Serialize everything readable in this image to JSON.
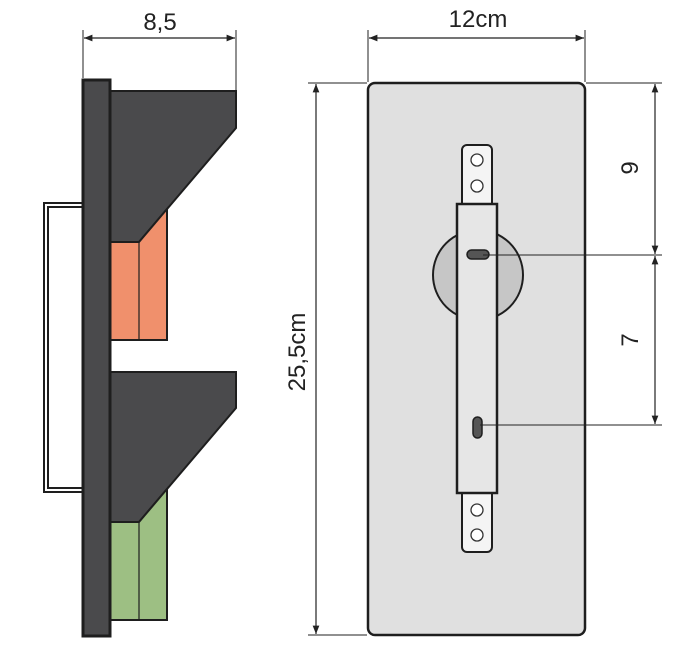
{
  "dimensions": {
    "side_depth": "8,5",
    "front_width": "12cm",
    "front_height": "25,5cm",
    "upper_offset": "9",
    "slot_spacing": "7"
  },
  "colors": {
    "dark": "#4a4a4c",
    "outline": "#1e1e1e",
    "orange": "#f0906c",
    "green": "#9dbf83",
    "plate": "#e0e0e0",
    "disc": "#c6c6c6",
    "bar": "#e6e6e6"
  }
}
